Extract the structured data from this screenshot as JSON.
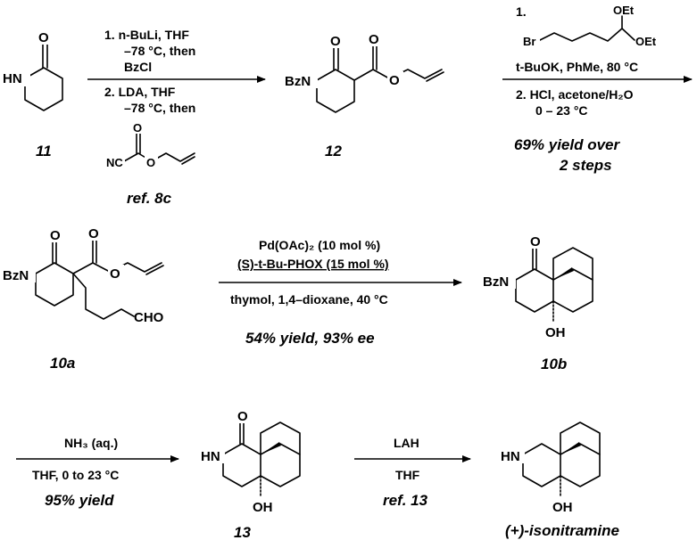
{
  "compounds": {
    "c11": {
      "label": "11",
      "hn": "HN",
      "o": "O"
    },
    "c12": {
      "label": "12",
      "bzn": "BzN",
      "o1": "O",
      "o2": "O",
      "o3": "O"
    },
    "c10a": {
      "label": "10a",
      "bzn": "BzN",
      "o1": "O",
      "o2": "O",
      "o3": "O",
      "cho": "CHO"
    },
    "c10b": {
      "label": "10b",
      "bzn": "BzN",
      "o": "O",
      "oh": "OH"
    },
    "c13": {
      "label": "13",
      "hn": "HN",
      "o": "O",
      "oh": "OH"
    },
    "iso": {
      "label": "(+)-isonitramine",
      "hn": "HN",
      "oh": "OH"
    }
  },
  "steps": {
    "step1": {
      "l1": "1. n-BuLi, THF",
      "l2": "–78 °C, then",
      "l3": "BzCl",
      "l4": "2. LDA, THF",
      "l5": "–78 °C, then",
      "reagent": {
        "o1": "O",
        "nc": "NC",
        "o2": "O"
      },
      "ref": "ref. 8c"
    },
    "step2": {
      "num": "1.",
      "reagent": {
        "br": "Br",
        "oet1": "OEt",
        "oet2": "OEt"
      },
      "l1": "t-BuOK, PhMe, 80 °C",
      "l2": "2. HCl, acetone/H₂O",
      "l3": "0 – 23 °C",
      "yield": "69% yield over",
      "yield2": "2 steps"
    },
    "step3": {
      "l1": "Pd(OAc)₂ (10 mol %)",
      "l2": "(S)-t-Bu-PHOX (15 mol %)",
      "l3": "thymol, 1,4–dioxane, 40 °C",
      "yield": "54% yield, 93% ee"
    },
    "step4": {
      "l1": "NH₃ (aq.)",
      "l2": "THF, 0 to 23 °C",
      "yield": "95% yield"
    },
    "step5": {
      "l1": "LAH",
      "l2": "THF",
      "ref": "ref. 13"
    }
  }
}
